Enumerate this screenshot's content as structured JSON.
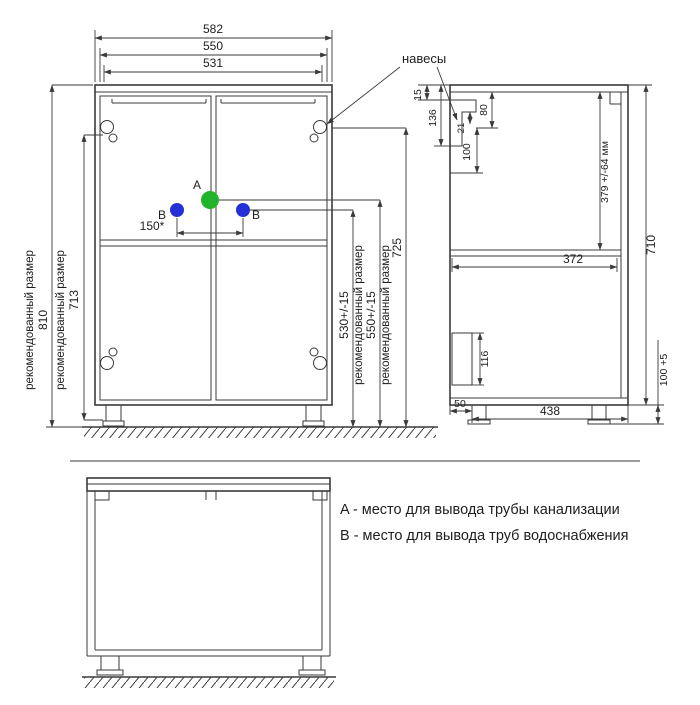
{
  "drawing": {
    "front_view": {
      "top_dims": {
        "outer": "582",
        "middle": "550",
        "inner": "531"
      },
      "left_dims": {
        "recommended_label": "рекомендованный размер",
        "overall_height": "810",
        "body_height": "713"
      },
      "right_dims": {
        "recommended_label": "рекомендованный размер",
        "b_pipe_height": "530+/-15",
        "a_pipe_height": "550+/-15",
        "hanger_height": "725",
        "b_spacing": "150*"
      },
      "markers": {
        "a": "A",
        "b_left": "B",
        "b_right": "B"
      }
    },
    "side_view": {
      "hangers_label": "навесы",
      "dims": {
        "top_offset": "15",
        "bracket_height": "136",
        "rail_height": "80",
        "bracket_gap": "100",
        "bracket_depth": "21",
        "top_to_shelf": "379 +/-64 мм",
        "overall_height": "710",
        "shelf_depth": "372",
        "cutout_height": "116",
        "front_inset": "50",
        "body_depth": "438",
        "leg_height": "100 +5"
      }
    },
    "legend": {
      "a": "A - место для вывода трубы канализации",
      "b": "B - место для вывода труб водоснабжения"
    },
    "colors": {
      "line": "#3a3a3a",
      "marker_a": "#21b32b",
      "marker_b": "#2531d6"
    }
  }
}
